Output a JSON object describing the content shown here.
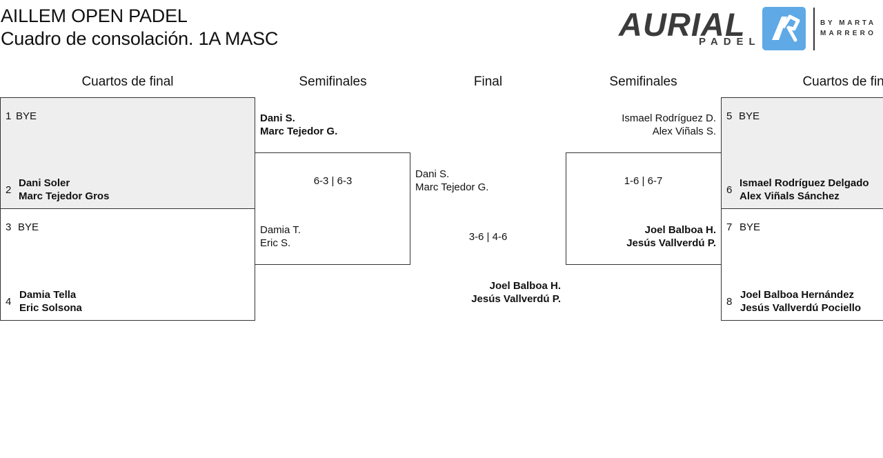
{
  "header": {
    "title": "AILLEM OPEN PADEL",
    "subtitle": "Cuadro de consolación. 1A MASC"
  },
  "logo": {
    "word": "AURIAL",
    "sub": "PADEL",
    "by": "BY MARTA",
    "by2": "MARRERO",
    "brand_color": "#5fa9e6"
  },
  "rounds": {
    "qf_left": "Cuartos de final",
    "sf_left": "Semifinales",
    "final": "Final",
    "sf_right": "Semifinales",
    "qf_right": "Cuartos de final"
  },
  "quarters_left": [
    {
      "seed": "1",
      "player1": "BYE",
      "player2": ""
    },
    {
      "seed": "2",
      "player1": "Dani Soler",
      "player2": "Marc Tejedor Gros"
    },
    {
      "seed": "3",
      "player1": "BYE",
      "player2": ""
    },
    {
      "seed": "4",
      "player1": "Damia Tella",
      "player2": "Eric Solsona"
    }
  ],
  "quarters_right": [
    {
      "seed": "5",
      "player1": "BYE",
      "player2": ""
    },
    {
      "seed": "6",
      "player1": "Ismael Rodríguez Delgado",
      "player2": "Alex Viñals Sánchez"
    },
    {
      "seed": "7",
      "player1": "BYE",
      "player2": ""
    },
    {
      "seed": "8",
      "player1": "Joel Balboa Hernández",
      "player2": "Jesús Vallverdú Pociello"
    }
  ],
  "semis_left": {
    "top": {
      "player1": "Dani S.",
      "player2": "Marc Tejedor G."
    },
    "score": "6-3 | 6-3",
    "bottom": {
      "player1": "Damia T.",
      "player2": "Eric S."
    }
  },
  "semis_right": {
    "top": {
      "player1": "Ismael Rodríguez D.",
      "player2": "Alex Viñals S."
    },
    "score": "1-6 | 6-7",
    "bottom": {
      "player1": "Joel Balboa H.",
      "player2": "Jesús Vallverdú P."
    }
  },
  "final": {
    "top": {
      "player1": "Dani S.",
      "player2": "Marc Tejedor G."
    },
    "score": "3-6 | 4-6",
    "winner": {
      "player1": "Joel Balboa H.",
      "player2": "Jesús Vallverdú P."
    }
  }
}
